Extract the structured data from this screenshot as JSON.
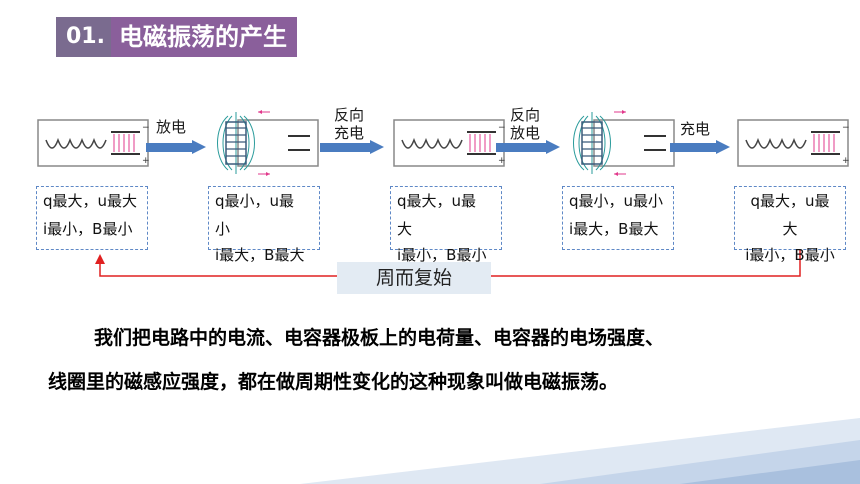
{
  "header": {
    "number": "01.",
    "title": "电磁振荡的产生"
  },
  "transitions": [
    {
      "label_lines": [
        "放电"
      ]
    },
    {
      "label_lines": [
        "反向",
        "充电"
      ]
    },
    {
      "label_lines": [
        "反向",
        "放电"
      ]
    },
    {
      "label_lines": [
        "充电"
      ]
    }
  ],
  "states": [
    {
      "lines": [
        "q最大，u最大",
        "i最小，B最小"
      ]
    },
    {
      "lines": [
        "q最小，u最",
        "小",
        "i最大，B最大"
      ]
    },
    {
      "lines": [
        "q最大，u最",
        "大",
        "i最小，B最小"
      ]
    },
    {
      "lines": [
        "q最小，u最小",
        "i最大，B最大"
      ]
    },
    {
      "lines": [
        "q最大，u最",
        "大",
        "i最小，B最小"
      ]
    }
  ],
  "cycle_label": "周而复始",
  "paragraph": {
    "line1": "我们把电路中的电流、电容器极板上的电荷量、电容器的电场强度、",
    "line2": "线圈里的磁感应强度，都在做周期性变化的这种现象叫做电磁振荡。"
  },
  "colors": {
    "arrow": "#4a7cc0",
    "cycle_loop": "#e02020",
    "header_num": "#7a6b8f",
    "header_title": "#8a5f9b",
    "box_border": "#5e88c6"
  }
}
